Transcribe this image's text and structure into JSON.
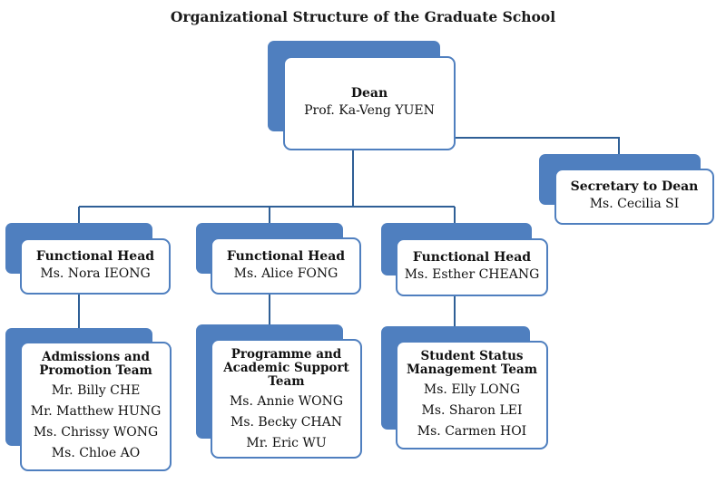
{
  "title": "Organizational Structure of the Graduate School",
  "colors": {
    "accent": "#4f7fbf",
    "connector": "#2f5f96"
  },
  "dean": {
    "role": "Dean",
    "name": "Prof. Ka-Veng YUEN"
  },
  "secretary": {
    "role": "Secretary to Dean",
    "name": "Ms. Cecilia SI"
  },
  "heads": [
    {
      "role": "Functional Head",
      "name": "Ms. Nora IEONG"
    },
    {
      "role": "Functional Head",
      "name": "Ms. Alice FONG"
    },
    {
      "role": "Functional Head",
      "name": "Ms. Esther CHEANG"
    }
  ],
  "teams": [
    {
      "role_lines": [
        "Admissions and",
        "Promotion Team"
      ],
      "members": [
        "Mr. Billy CHE",
        "Mr. Matthew HUNG",
        "Ms. Chrissy WONG",
        "Ms. Chloe AO"
      ]
    },
    {
      "role_lines": [
        "Programme and",
        "Academic Support",
        "Team"
      ],
      "members": [
        "Ms. Annie WONG",
        "Ms. Becky CHAN",
        "Mr. Eric WU"
      ]
    },
    {
      "role_lines": [
        "Student Status",
        "Management Team"
      ],
      "members": [
        "Ms. Elly LONG",
        "Ms. Sharon LEI",
        "Ms. Carmen HOI"
      ]
    }
  ]
}
